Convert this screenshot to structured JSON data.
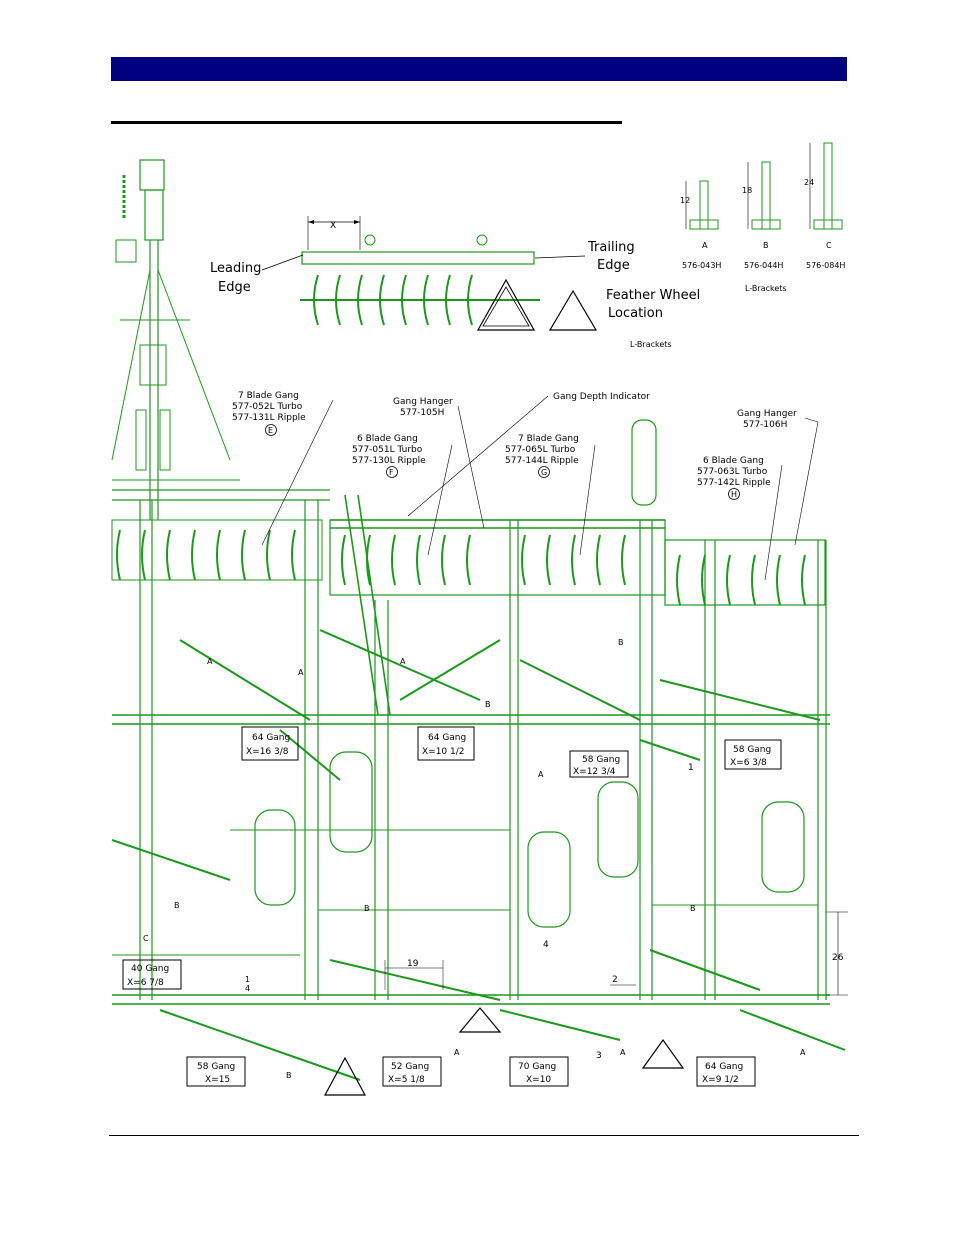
{
  "colors": {
    "header_bar": "#000080",
    "drawing_green": "#1a9a1a",
    "ink": "#000000"
  },
  "inset": {
    "x_label": "X",
    "leading_edge": [
      "Leading",
      "Edge"
    ],
    "trailing_edge": [
      "Trailing",
      "Edge"
    ],
    "feather_wheel": [
      "Feather Wheel",
      "Location"
    ],
    "l_brackets_caption": "L-Brackets"
  },
  "brackets": {
    "caption": "L-Brackets",
    "items": [
      {
        "letter": "A",
        "height": "12",
        "part": "576-043H"
      },
      {
        "letter": "B",
        "height": "18",
        "part": "576-044H"
      },
      {
        "letter": "C",
        "height": "24",
        "part": "576-084H"
      }
    ]
  },
  "callouts": {
    "e": {
      "lines": [
        "7 Blade Gang",
        "577-052L Turbo",
        "577-131L Ripple"
      ],
      "circle": "E"
    },
    "f": {
      "lines": [
        "6 Blade Gang",
        "577-051L Turbo",
        "577-130L Ripple"
      ],
      "circle": "F"
    },
    "g": {
      "lines": [
        "7 Blade Gang",
        "577-065L Turbo",
        "577-144L Ripple"
      ],
      "circle": "G"
    },
    "h": {
      "lines": [
        "6 Blade Gang",
        "577-063L Turbo",
        "577-142L Ripple"
      ],
      "circle": "H"
    },
    "hanger_105": [
      "Gang Hanger",
      "577-105H"
    ],
    "hanger_106": [
      "Gang Hanger",
      "577-106H"
    ],
    "depth_indicator": "Gang Depth Indicator"
  },
  "gang_boxes": [
    {
      "line1": "64 Gang",
      "line2": "X=16 3/8"
    },
    {
      "line1": "64 Gang",
      "line2": "X=10 1/2"
    },
    {
      "line1": "58 Gang",
      "line2": "X=12 3/4"
    },
    {
      "line1": "58 Gang",
      "line2": "X=6 3/8"
    },
    {
      "line1": "40 Gang",
      "line2": "X=6 7/8"
    },
    {
      "line1": "58 Gang",
      "line2": "X=15"
    },
    {
      "line1": "52 Gang",
      "line2": "X=5 1/8"
    },
    {
      "line1": "70 Gang",
      "line2": "X=10"
    },
    {
      "line1": "64 Gang",
      "line2": "X=9 1/2"
    }
  ],
  "dims": {
    "d1": "1",
    "d1_den": "4",
    "d19": "19",
    "d26": "26",
    "d2": "2",
    "d4": "4",
    "d3": "3",
    "d1b": "1"
  },
  "letters": {
    "a": "A",
    "b": "B",
    "c": "C"
  }
}
